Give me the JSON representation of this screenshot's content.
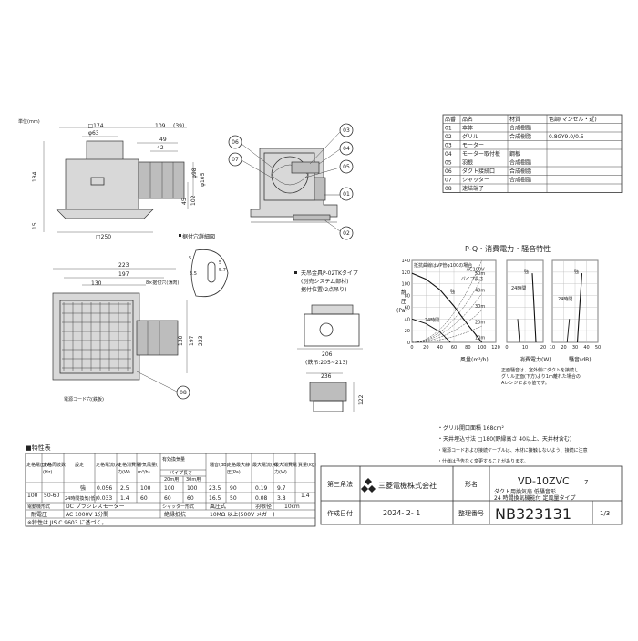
{
  "unit_label": "単位(mm)",
  "top_dims": {
    "d174": "□174",
    "d109": "109",
    "d39": "(39)",
    "d63": "φ63",
    "d49": "49",
    "d42": "42",
    "d98": "φ98",
    "d105": "φ105",
    "d184": "184",
    "d102": "102",
    "d45": "45",
    "d15": "15",
    "d250": "□250"
  },
  "callouts": [
    "01",
    "02",
    "03",
    "04",
    "05",
    "06",
    "07",
    "08"
  ],
  "hole_detail": {
    "title": "据付穴詳細図",
    "d5": "5",
    "d35": "3.5",
    "d57": "5.7",
    "d5r": "5"
  },
  "bottom_dims": {
    "d223": "223",
    "d197": "197",
    "d130": "130",
    "hole_label": "8×据付穴(薄肉)",
    "v130": "130",
    "v197": "197",
    "v223": "223",
    "cord_label": "電源コード穴(鉄板)"
  },
  "mount": {
    "line1": "天吊金具P-02TKタイプ",
    "line2": "(別売システム部材)",
    "line3": "据付位置(2点吊り)",
    "d206": "206",
    "d205": "(鉄吊:205~213)",
    "d236": "236",
    "d122": "122"
  },
  "parts": {
    "headers": [
      "品番",
      "品名",
      "材質",
      "色調(マンセル・近)"
    ],
    "rows": [
      [
        "01",
        "本体",
        "合成樹脂",
        ""
      ],
      [
        "02",
        "グリル",
        "合成樹脂",
        "0.8GY9.0/0.5"
      ],
      [
        "03",
        "モーター",
        "",
        ""
      ],
      [
        "04",
        "モーター取付板",
        "鋼板",
        ""
      ],
      [
        "05",
        "羽根",
        "合成樹脂",
        ""
      ],
      [
        "06",
        "ダクト接続口",
        "合成樹脂",
        ""
      ],
      [
        "07",
        "シャッター",
        "合成樹脂",
        ""
      ],
      [
        "08",
        "速結端子",
        "",
        ""
      ]
    ]
  },
  "charts": {
    "title": "P-Q・消費電力・騒音特性",
    "pq_ylabel": "静圧(Pa)",
    "pq_yunit_top": "静",
    "pq_yunit_mid": "圧",
    "pq_yunit_bot": "(Pa)",
    "pq_xlabel": "風量(m³/h)",
    "power_xlabel": "消費電力(W)",
    "noise_xlabel": "騒音(dB)",
    "curve_label_top": "抵抗曲線はVP管φ100の場合",
    "ac": "AC100V",
    "strong": "強",
    "h24": "24時間",
    "pipe_label": "パイプ長さ",
    "lengths": [
      "50m",
      "40m",
      "30m",
      "20m",
      "10m"
    ],
    "note_line1": "正面騒音は、室外側にダクトを接続し",
    "note_line2": "グリル正面(下方)より1m離れた場合の",
    "note_line3": "Aレンジによる値です。"
  },
  "chart_data": [
    {
      "type": "line",
      "title": "P-Q・消費電力・騒音特性",
      "xlabel": "風量(m³/h)",
      "ylabel": "静圧(Pa)",
      "xlim": [
        0,
        120
      ],
      "ylim": [
        0,
        140
      ],
      "xticks": [
        0,
        20,
        40,
        60,
        80,
        100,
        120
      ],
      "yticks": [
        0,
        20,
        40,
        60,
        80,
        100,
        120,
        140
      ],
      "series": [
        {
          "name": "強",
          "x": [
            0,
            20,
            40,
            60,
            80,
            100
          ],
          "y": [
            118,
            108,
            90,
            62,
            30,
            0
          ]
        },
        {
          "name": "24時間",
          "x": [
            0,
            20,
            40,
            55
          ],
          "y": [
            40,
            32,
            18,
            0
          ]
        }
      ],
      "grid": true
    },
    {
      "type": "line",
      "xlabel": "消費電力(W)",
      "xlim": [
        0,
        20
      ],
      "ylim": [
        0,
        140
      ],
      "xticks": [
        0,
        10,
        20
      ],
      "series": [
        {
          "name": "強",
          "x": [
            14,
            15,
            16
          ],
          "y": [
            118,
            60,
            0
          ]
        },
        {
          "name": "24時間",
          "x": [
            6,
            6.5,
            7
          ],
          "y": [
            40,
            20,
            0
          ]
        }
      ],
      "grid": true
    },
    {
      "type": "line",
      "xlabel": "騒音(dB)",
      "xlim": [
        10,
        50
      ],
      "ylim": [
        0,
        140
      ],
      "xticks": [
        10,
        20,
        30,
        40,
        50
      ],
      "series": [
        {
          "name": "強",
          "x": [
            36,
            34,
            32
          ],
          "y": [
            118,
            60,
            0
          ]
        },
        {
          "name": "24時間",
          "x": [
            25,
            24,
            23
          ],
          "y": [
            40,
            20,
            0
          ]
        }
      ],
      "grid": true
    }
  ],
  "spec": {
    "title": "■特性表",
    "headers": [
      "定格電圧(V)",
      "定格周波数(Hz)",
      "設定",
      "定格電流(A)",
      "定格消費電力(W)",
      "排気風量(m³/h)",
      "有効換気量(m³/h)",
      "騒音(dB)",
      "定格最大静圧(Pa)",
      "最大電流(A)",
      "最大消費電力(W)",
      "質量(kg)"
    ],
    "pipe_header": "パイプ長さ",
    "pipe_20": "20m用",
    "pipe_30": "30m用",
    "row_strong": [
      "100",
      "50-60",
      "強",
      "0.056",
      "2.5",
      "100",
      "100",
      "100",
      "23.5",
      "90",
      "0.19",
      "9.7",
      "1.4"
    ],
    "row_24h": [
      "24時間換気(低)",
      "0.033",
      "1.4",
      "60",
      "60",
      "60",
      "16.5",
      "50",
      "0.08",
      "3.8"
    ],
    "motor_label": "電動機形式",
    "motor_value": "DC ブラシレスモーター",
    "shutter_label": "シャッター形式",
    "shutter_value": "風圧式",
    "blade_label": "羽根径",
    "blade_value": "10cm",
    "withstand_label": "耐電圧",
    "withstand_value": "AC 1000V 1分間",
    "insulation_label": "絶縁抵抗",
    "insulation_value": "10MΩ 以上(500V メガー)",
    "jis": "※特性は JIS C 9603 に基づく。"
  },
  "notes": [
    "・グリル開口面積 168cm²",
    "・天井埋込寸法 □180(野縁高さ 40以上、天井材含む)",
    "・電源コードおよび接続ケーブルは、木材に接触しないよう、接続に注意",
    "・仕様は予告なく変更することがあります。"
  ],
  "titleblock": {
    "angle_label": "第三角法",
    "company": "三菱電機株式会社",
    "model_label": "形名",
    "model": "VD-10ZVC",
    "model_suffix": "7",
    "desc1": "ダクト用換気扇 低騒音形",
    "desc2": "24 時間換気機能付 定風量タイプ",
    "date_label": "作成日付",
    "date": "2024- 2- 1",
    "number_label": "整理番号",
    "number": "NB323131",
    "page": "1/3"
  },
  "colors": {
    "line": "#333333",
    "fill": "#d8d8d8",
    "dark": "#bdbdbd"
  }
}
